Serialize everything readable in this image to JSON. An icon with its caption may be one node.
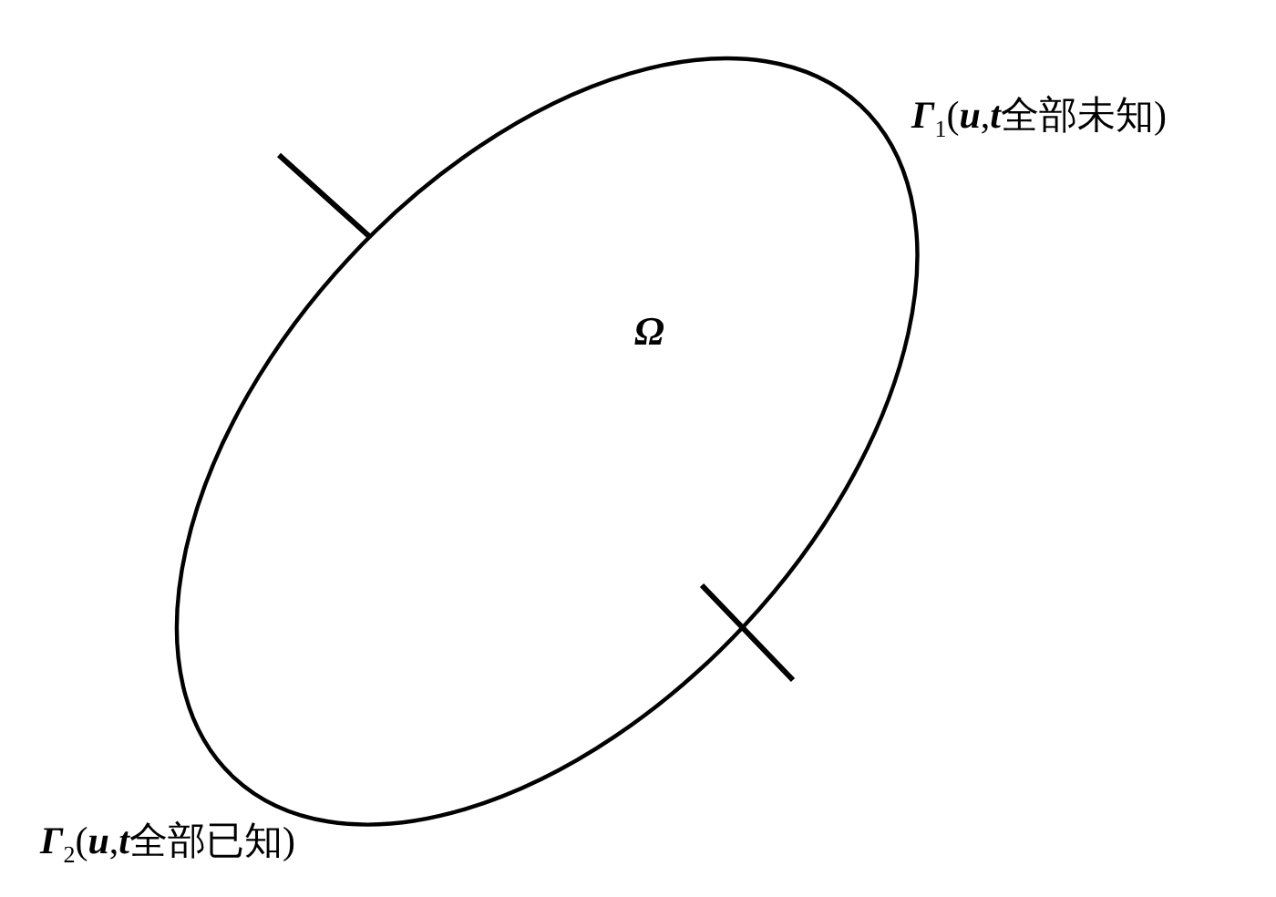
{
  "diagram": {
    "nodes": [
      {
        "text": [
          "Ω"
        ]
      }
    ],
    "labels": [
      "**Γ**$_{1}$(**u**,**t**全部未知)",
      "**Γ**$_{2}$(**u**,**t**全部已知)"
    ]
  }
}
